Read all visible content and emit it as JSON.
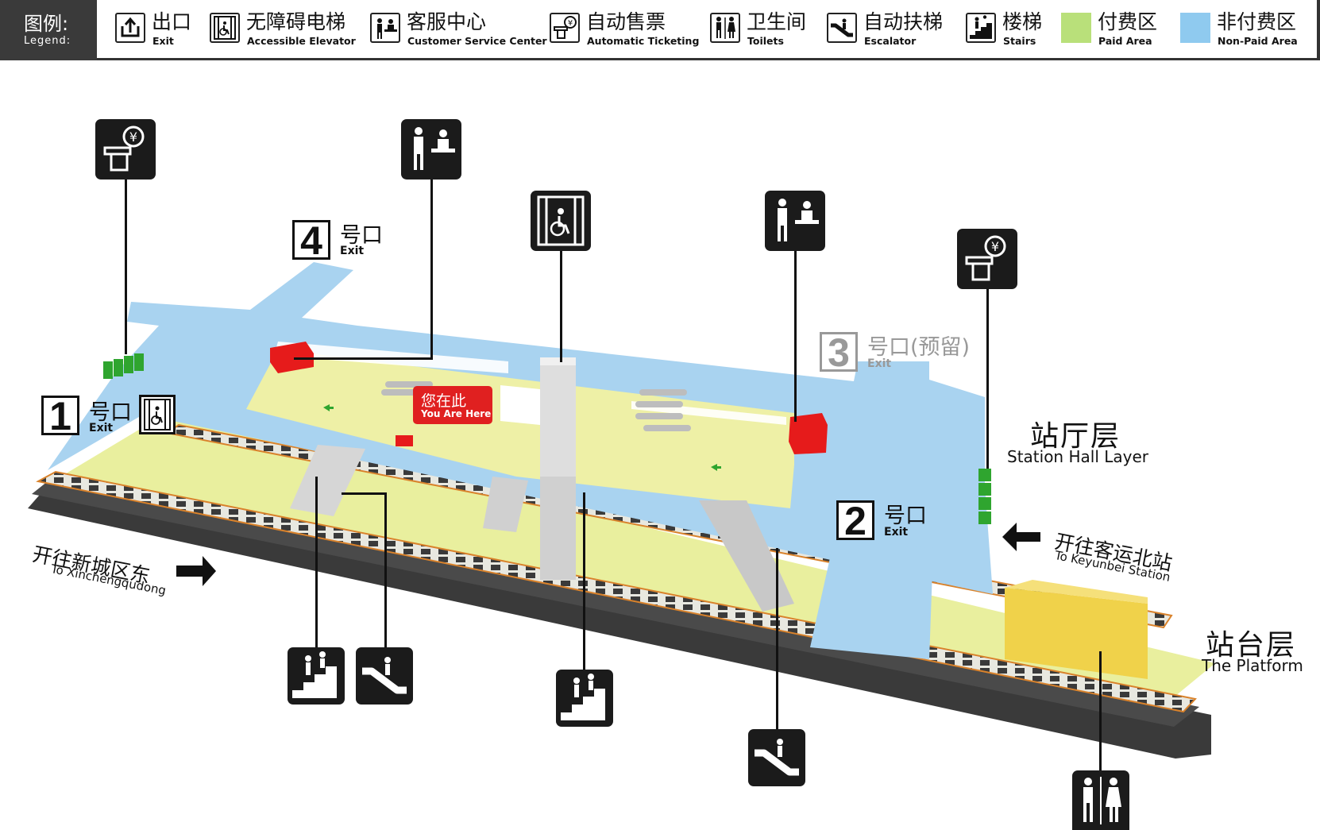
{
  "legend": {
    "title_zh": "图例:",
    "title_en": "Legend:",
    "items": [
      {
        "zh": "出口",
        "en": "Exit",
        "icon": "exit-icon"
      },
      {
        "zh": "无障碍电梯",
        "en": "Accessible Elevator",
        "icon": "accessible-elevator-icon"
      },
      {
        "zh": "客服中心",
        "en": "Customer Service Center",
        "icon": "customer-service-icon"
      },
      {
        "zh": "自动售票",
        "en": "Automatic Ticketing",
        "icon": "ticket-machine-icon"
      },
      {
        "zh": "卫生间",
        "en": "Toilets",
        "icon": "toilet-icon"
      },
      {
        "zh": "自动扶梯",
        "en": "Escalator",
        "icon": "escalator-icon"
      },
      {
        "zh": "楼梯",
        "en": "Stairs",
        "icon": "stairs-icon"
      },
      {
        "zh": "付费区",
        "en": "Paid Area",
        "swatch": "#b9e07a"
      },
      {
        "zh": "非付费区",
        "en": "Non-Paid Area",
        "swatch": "#8fcaef"
      }
    ]
  },
  "exits": {
    "exit1": {
      "number": "1",
      "zh": "号口",
      "en": "Exit"
    },
    "exit2": {
      "number": "2",
      "zh": "号口",
      "en": "Exit"
    },
    "exit3": {
      "number": "3",
      "zh": "号口(预留)",
      "en": "Exit"
    },
    "exit4": {
      "number": "4",
      "zh": "号口",
      "en": "Exit"
    }
  },
  "you_are_here": {
    "zh": "您在此",
    "en": "You Are Here"
  },
  "layers": {
    "hall": {
      "zh": "站厅层",
      "en": "Station Hall Layer"
    },
    "platform": {
      "zh": "站台层",
      "en": "The Platform"
    }
  },
  "directions": {
    "west": {
      "zh": "开往新城区东",
      "en": "To Xinchengqudong"
    },
    "east": {
      "zh": "开往客运北站",
      "en": "To Keyunbei Station"
    }
  },
  "colors": {
    "non_paid": "#a9d3f0",
    "paid": "#eef0a6",
    "platform": "#e9ef9e",
    "service": "#e61b1b",
    "ticketing": "#2fa52f",
    "sign": "#1b1b1b",
    "here": "#e02020"
  }
}
